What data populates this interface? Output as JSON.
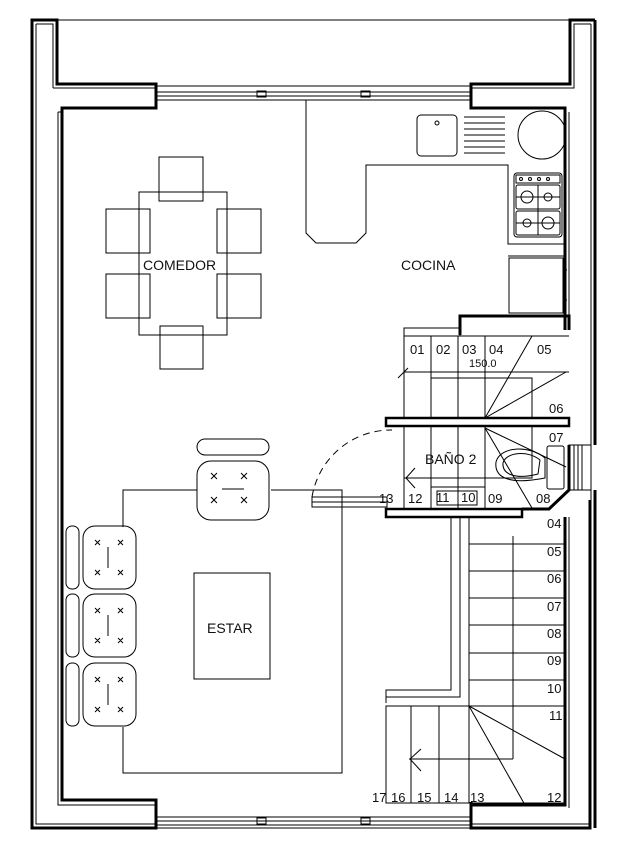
{
  "title": "Planta baja - vivienda",
  "rooms": {
    "comedor": "COMEDOR",
    "cocina": "COCINA",
    "bano": "BAÑO 2",
    "estar": "ESTAR"
  },
  "dimension_label": "150.0",
  "upper_stair_steps": [
    "01",
    "02",
    "03",
    "04",
    "05",
    "06",
    "07",
    "08",
    "09",
    "10",
    "11",
    "12",
    "13"
  ],
  "lower_stair_steps": [
    "04",
    "05",
    "06",
    "07",
    "08",
    "09",
    "10",
    "11",
    "12",
    "13",
    "14",
    "15",
    "16",
    "17"
  ],
  "colors": {
    "line": "#000000",
    "background": "#ffffff"
  }
}
